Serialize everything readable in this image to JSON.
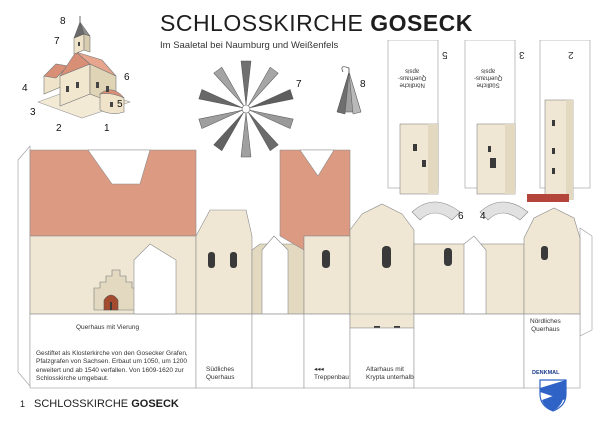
{
  "header": {
    "title_main": "SCHLOSSKIRCHE ",
    "title_bold": "GOSECK",
    "subtitle": "Im Saaletal bei Naumburg und Weißenfels"
  },
  "overview_numbers": [
    "8",
    "7",
    "6",
    "4",
    "5",
    "3",
    "2",
    "1"
  ],
  "parts": {
    "roof_star_number": "7",
    "cone_number": "8",
    "piece_5": "5",
    "piece_3": "3",
    "piece_2": "2",
    "piece_6": "6",
    "piece_4": "4"
  },
  "piece_labels": {
    "nord_apsis": "Nördliche\nQuerhaus-\napsis",
    "sued_apsis": "Südliche\nQuerhaus-\napsis"
  },
  "labels": {
    "querhaus_vierung": "Querhaus mit Vierung",
    "suedliches_querhaus": "Südliches\nQuerhaus",
    "treppenbau": "◂◂◂\nTreppenbau",
    "altarhaus": "Altarhaus mit\nKrypta unterhalb",
    "noerdliches_querhaus": "Nördliches\nQuerhaus"
  },
  "description": "Gestiftet als Klosterkirche von den Gosecker Grafen, Pfalzgrafen von Sachsen. Erbaut um 1050, um 1200 erweitert und ab 1540 verfallen. Von 1609-1620 zur Schlosskirche umgebaut.",
  "footer": {
    "page_number": "1",
    "title_main": "SCHLOSSKIRCHE ",
    "title_bold": "GOSECK"
  },
  "badge": {
    "text": "DENKMAL"
  },
  "colors": {
    "roof": "#dd9a83",
    "wall": "#efe7d4",
    "wall_shade": "#e3d9c0",
    "outline": "#7f7f7f",
    "window": "#3a3a3a",
    "door": "#a44a2e",
    "shield": "#2f63c6"
  }
}
